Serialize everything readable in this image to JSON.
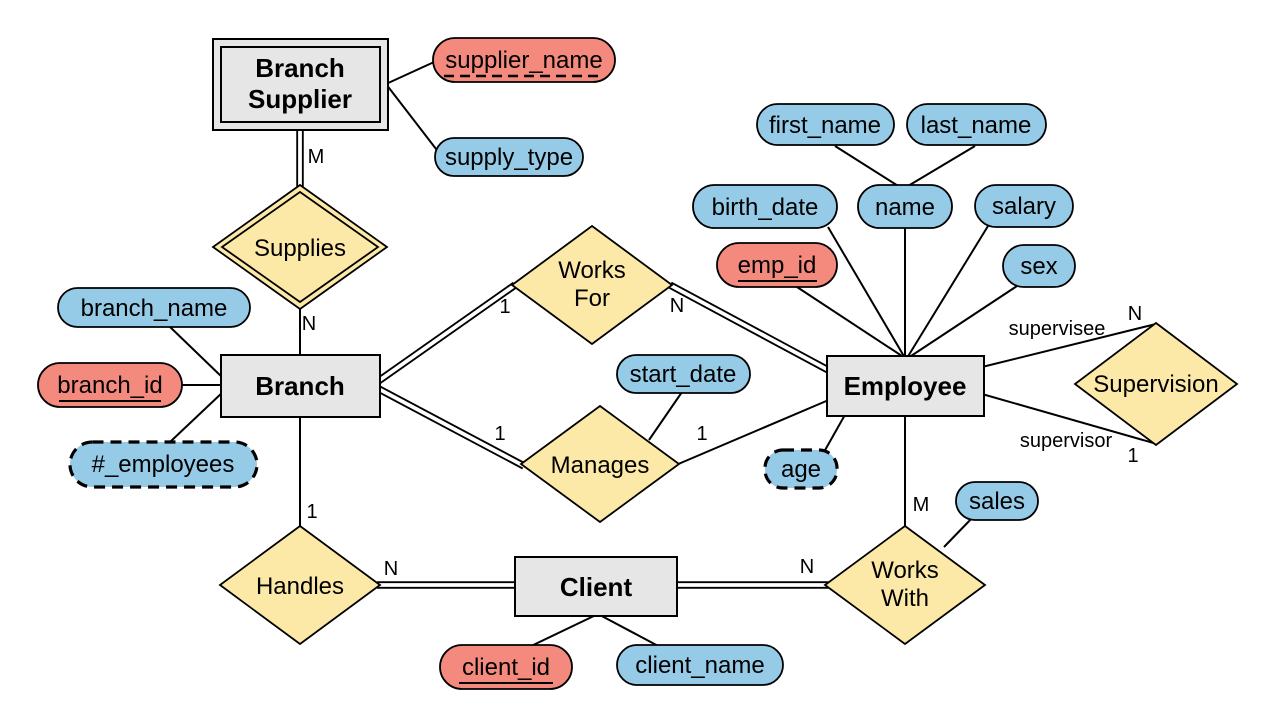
{
  "colors": {
    "background": "#ffffff",
    "entity_fill": "#e6e6e6",
    "relationship_fill": "#fce9a8",
    "attribute_fill": "#96cbe8",
    "key_attribute_fill": "#f4897d",
    "line": "#000000"
  },
  "entities": {
    "branch_supplier": {
      "line1": "Branch",
      "line2": "Supplier"
    },
    "branch": {
      "label": "Branch"
    },
    "employee": {
      "label": "Employee"
    },
    "client": {
      "label": "Client"
    }
  },
  "relationships": {
    "supplies": {
      "label": "Supplies"
    },
    "works_for": {
      "line1": "Works",
      "line2": "For"
    },
    "manages": {
      "label": "Manages"
    },
    "handles": {
      "label": "Handles"
    },
    "works_with": {
      "line1": "Works",
      "line2": "With"
    },
    "supervision": {
      "label": "Supervision"
    }
  },
  "attributes": {
    "supplier_name": "supplier_name",
    "supply_type": "supply_type",
    "branch_name": "branch_name",
    "branch_id": "branch_id",
    "num_employees": "#_employees",
    "first_name": "first_name",
    "last_name": "last_name",
    "name": "name",
    "birth_date": "birth_date",
    "salary": "salary",
    "sex": "sex",
    "emp_id": "emp_id",
    "start_date": "start_date",
    "age": "age",
    "sales": "sales",
    "client_id": "client_id",
    "client_name": "client_name"
  },
  "cardinalities": {
    "branch_supplier_supplies": "M",
    "supplies_branch": "N",
    "branch_works_for": "1",
    "works_for_employee": "N",
    "branch_manages": "1",
    "manages_employee": "1",
    "branch_handles": "1",
    "handles_client": "N",
    "client_works_with": "N",
    "employee_works_with": "M",
    "employee_supervisee": "N",
    "employee_supervisor": "1"
  },
  "roles": {
    "supervisee": "supervisee",
    "supervisor": "supervisor"
  }
}
